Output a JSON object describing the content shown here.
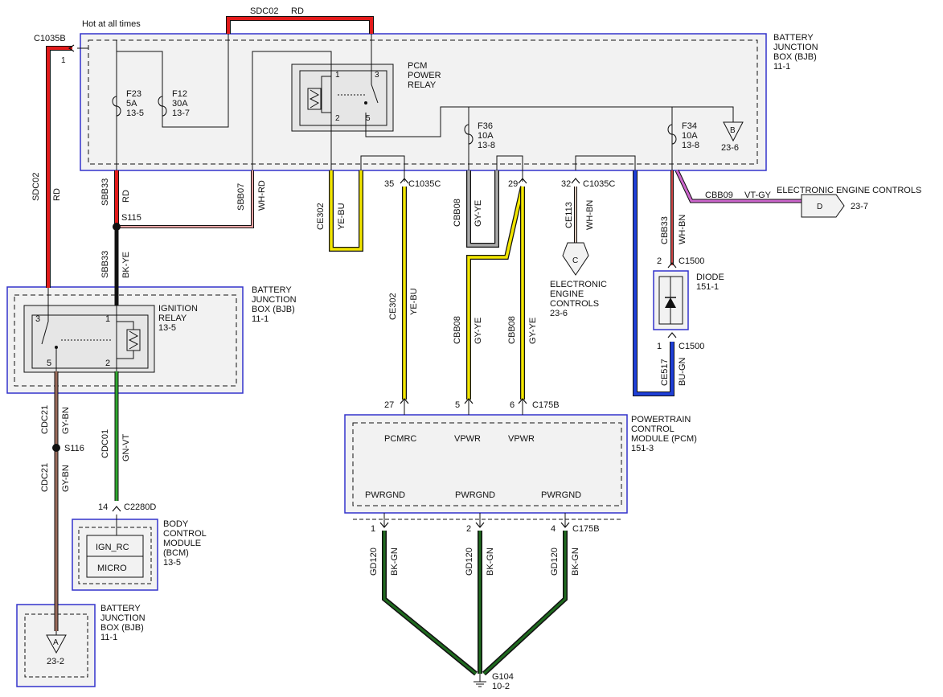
{
  "top": {
    "hot_label": "Hot at all times",
    "sdc02_top": "SDC02",
    "rd_top": "RD",
    "c1035b": "C1035B",
    "c1035b_pin": "1"
  },
  "bjb_top": {
    "title1": "BATTERY",
    "title2": "JUNCTION",
    "title3": "BOX (BJB)",
    "ref": "11-1",
    "f23": "F23",
    "f23_amp": "5A",
    "f23_ref": "13-5",
    "f12": "F12",
    "f12_amp": "30A",
    "f12_ref": "13-7",
    "relay1": "PCM",
    "relay2": "POWER",
    "relay3": "RELAY",
    "pin1": "1",
    "pin2": "2",
    "pin3": "3",
    "pin5": "5",
    "f36": "F36",
    "f36_amp": "10A",
    "f36_ref": "13-8",
    "f34": "F34",
    "f34_amp": "10A",
    "f34_ref": "13-8",
    "b": "B",
    "b_ref": "23-6"
  },
  "wires": {
    "sdc02": "SDC02",
    "rd": "RD",
    "sbb33": "SBB33",
    "rd2": "RD",
    "sbb07": "SBB07",
    "whrd": "WH-RD",
    "s115": "S115",
    "sbb33b": "SBB33",
    "bkye": "BK-YE",
    "ce302a": "CE302",
    "yebu_a": "YE-BU",
    "pin35": "35",
    "c1035c_a": "C1035C",
    "ce302b": "CE302",
    "yebu_b": "YE-BU",
    "cbb08a": "CBB08",
    "gyye_a": "GY-YE",
    "pin29": "29",
    "cbb08b": "CBB08",
    "gyye_b": "GY-YE",
    "cbb08c": "CBB08",
    "gyye_c": "GY-YE",
    "pin32": "32",
    "c1035c_b": "C1035C",
    "ce113": "CE113",
    "whbn": "WH-BN",
    "c_letter": "C",
    "eec1": "ELECTRONIC",
    "eec2": "ENGINE",
    "eec3": "CONTROLS",
    "eec_ref": "23-6",
    "cbb33": "CBB33",
    "whbn2": "WH-BN",
    "cbb09": "CBB09",
    "vtgy": "VT-GY",
    "eec_title": "ELECTRONIC ENGINE CONTROLS",
    "d_letter": "D",
    "d_ref": "23-7",
    "c1500a_pin": "2",
    "c1500a": "C1500",
    "diode": "DIODE",
    "diode_ref": "151-1",
    "c1500b_pin": "1",
    "c1500b": "C1500",
    "ce517": "CE517",
    "bugn": "BU-GN",
    "cdc21a": "CDC21",
    "gybn_a": "GY-BN",
    "s116": "S116",
    "cdc21b": "CDC21",
    "gybn_b": "GY-BN",
    "cdc01": "CDC01",
    "gnvt": "GN-VT",
    "pin14": "14",
    "c2280d": "C2280D",
    "pin27": "27",
    "pin5b": "5",
    "pin6": "6",
    "c175b_top": "C175B",
    "gd120a": "GD120",
    "bkgn_a": "BK-GN",
    "gd120b": "GD120",
    "bkgn_b": "BK-GN",
    "gd120c": "GD120",
    "bkgn_c": "BK-GN",
    "pin1g": "1",
    "pin2g": "2",
    "pin4g": "4",
    "c175b_bot": "C175B",
    "g104": "G104",
    "g104_ref": "10-2"
  },
  "ign_relay": {
    "t1": "BATTERY",
    "t2": "JUNCTION",
    "t3": "BOX (BJB)",
    "ref": "11-1",
    "r1": "IGNITION",
    "r2": "RELAY",
    "r_ref": "13-5",
    "p3": "3",
    "p1": "1",
    "p5": "5",
    "p2": "2"
  },
  "pcm": {
    "t1": "POWERTRAIN",
    "t2": "CONTROL",
    "t3": "MODULE (PCM)",
    "ref": "151-3",
    "pcmrc": "PCMRC",
    "vpwr1": "VPWR",
    "vpwr2": "VPWR",
    "gnd1": "PWRGND",
    "gnd2": "PWRGND",
    "gnd3": "PWRGND"
  },
  "bcm": {
    "t1": "BODY",
    "t2": "CONTROL",
    "t3": "MODULE",
    "t4": "(BCM)",
    "ref": "13-5",
    "ign": "IGN_RC",
    "micro": "MICRO"
  },
  "bjb_bot": {
    "t1": "BATTERY",
    "t2": "JUNCTION",
    "t3": "BOX (BJB)",
    "ref": "11-1",
    "a": "A",
    "a_ref": "23-2"
  }
}
